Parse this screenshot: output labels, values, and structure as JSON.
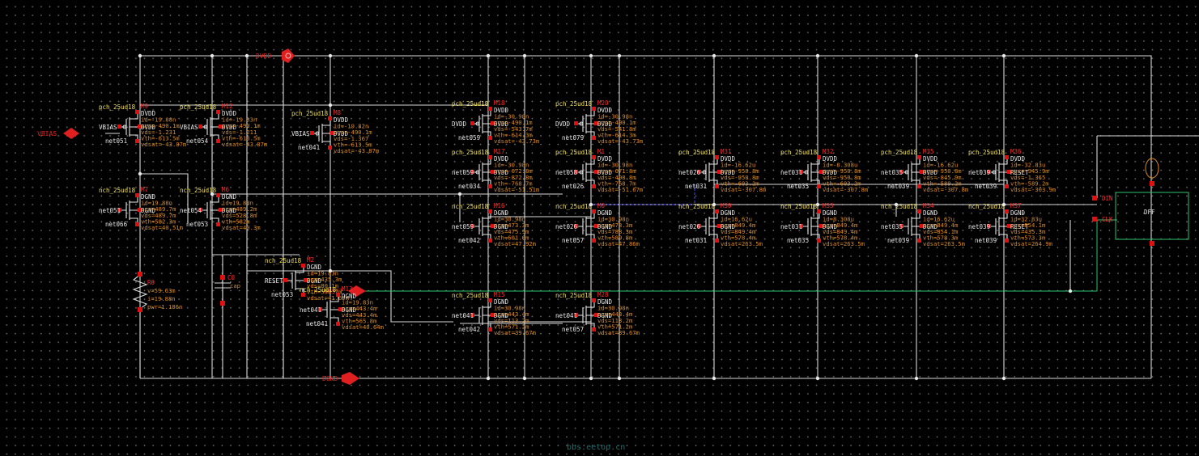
{
  "pins": {
    "dvdd": "DVDD",
    "dgnd": "DGND",
    "vbias": "VBIAS",
    "reset": "RESET",
    "dffp_d": "DIN",
    "dffp_c": "CLK"
  },
  "dff": {
    "label": "DFF"
  },
  "watermark": "bbs.eetop.cn",
  "resistor": {
    "name": "R0",
    "params": [
      "v=59.63m",
      "i=19.88n",
      "pwr=1.186n"
    ]
  },
  "capacitor": {
    "name": "C0",
    "cell": "cap"
  },
  "transistors": [
    {
      "id": "M9",
      "cell": "pch_25ud18",
      "g": "VBIAS",
      "s": "DVDD",
      "b": "DVDD",
      "d": "net051",
      "params": [
        "id=-19.88n",
        "vgs=-490.1m",
        "vds=-1.231",
        "vth=-613.5m",
        "vdsat=-43.87m"
      ]
    },
    {
      "id": "M12",
      "cell": "pch_25ud18",
      "g": "VBIAS",
      "s": "DVDD",
      "b": "DVDD",
      "d": "net054",
      "params": [
        "id=-19.83n",
        "vgs=-490.1m",
        "vds=-1.211",
        "vth=-613.5m",
        "vdsat=-43.87m"
      ]
    },
    {
      "id": "M8",
      "cell": "pch_25ud18",
      "g": "VBIAS",
      "s": "DVDD",
      "b": "DVDD",
      "d": "net041",
      "params": [
        "id=-19.82n",
        "vgs=-490.1m",
        "vds=-1.367",
        "vth=-613.5m",
        "vdsat=-43.87m"
      ]
    },
    {
      "id": "M7",
      "cell": "nch_25ud18",
      "g": "net051",
      "s": "DGND",
      "b": "DGND",
      "d": "net066",
      "params": [
        "id=19.88n",
        "vgs=489.7m",
        "vds=489.7m",
        "vth=582.3m",
        "vdsat=40.51m"
      ]
    },
    {
      "id": "M6",
      "cell": "nch_25ud18",
      "g": "net054",
      "s": "DGND",
      "b": "DGND",
      "d": "net053",
      "params": [
        "id=19.83n",
        "vgs=489.2m",
        "vds=528.8m",
        "vth=582m",
        "vdsat=40.3m"
      ]
    },
    {
      "id": "M2",
      "cell": "nch_25ud18",
      "g": "RESET",
      "s": "DGND",
      "b": "DGND",
      "d": "net053",
      "params": [
        "id=19.83n",
        "vgs=435.3m",
        "vds=80.1m",
        "vth=596.7m",
        "vdsat=41.69m"
      ]
    },
    {
      "id": "M13",
      "cell": "nch_25ud18",
      "g": "net041",
      "s": "DGND",
      "b": "DGND",
      "d": "net041",
      "params": [
        "id=19.83n",
        "vgs=443.4m",
        "vds=443.4m",
        "vth=565.8m",
        "vdsat=40.64m"
      ]
    },
    {
      "id": "M18",
      "cell": "pch_25ud18",
      "g": "DVDD",
      "s": "DVDD",
      "b": "DVDD",
      "d": "net059",
      "params": [
        "id=-30.98n",
        "vgs=-490.1m",
        "vds=-543.7m",
        "vth=-614.3m",
        "vdsat=-43.73m"
      ]
    },
    {
      "id": "M17",
      "cell": "pch_25ud18",
      "g": "net059",
      "s": "DVDD",
      "b": "DVDD",
      "d": "net034",
      "params": [
        "id=-30.98n",
        "vgs=-672.8m",
        "vds=-872.8m",
        "vth=-768.7m",
        "vdsat=-51.51m"
      ]
    },
    {
      "id": "M16",
      "cell": "nch_25ud18",
      "g": "net059",
      "s": "DGND",
      "b": "DGND",
      "d": "net042",
      "params": [
        "id=30.98n",
        "vgs=473.3m",
        "vds=475.9m",
        "vth=601.6m",
        "vdsat=47.92m"
      ]
    },
    {
      "id": "M15",
      "cell": "nch_25ud18",
      "g": "net041",
      "s": "DGND",
      "b": "DGND",
      "d": "net042",
      "params": [
        "id=30.98n",
        "vgs=443.4m",
        "vds=113.2m",
        "vth=571.2m",
        "vdsat=39.67m"
      ]
    },
    {
      "id": "M20",
      "cell": "pch_25ud18",
      "g": "DVDD",
      "s": "DVDD",
      "b": "DVDD",
      "d": "net079",
      "params": [
        "id=-30.98n",
        "vgs=-490.1m",
        "vds=-541.8m",
        "vth=-614.3m",
        "vdsat=-43.73m"
      ]
    },
    {
      "id": "M1",
      "cell": "pch_25ud18",
      "g": "net058",
      "s": "DVDD",
      "b": "DVDD",
      "d": "net026",
      "params": [
        "id=-30.98n",
        "vgs=-671.8m",
        "vds=-408.8m",
        "vth=-768.7m",
        "vdsat=-51.67m"
      ]
    },
    {
      "id": "M0",
      "cell": "nch_25ud18",
      "g": "net026",
      "s": "DGND",
      "b": "DGND",
      "d": "net057",
      "params": [
        "id=30.98n",
        "vgs=473.3m",
        "vds=788.3m",
        "vth=589.8m",
        "vdsat=47.86m"
      ]
    },
    {
      "id": "M28",
      "cell": "nch_25ud18",
      "g": "net041",
      "s": "DGND",
      "b": "DGND",
      "d": "net057",
      "params": [
        "id=30.98n",
        "vgs=443.4m",
        "vds=113.2m",
        "vth=571.2m",
        "vdsat=39.67m"
      ]
    },
    {
      "id": "M31",
      "cell": "pch_25ud18",
      "g": "net026",
      "s": "DVDD",
      "b": "DVDD",
      "d": "net031",
      "params": [
        "id=-16.62u",
        "vgs=-950.8m",
        "vds=-950.8m",
        "vth=-603.2m",
        "vdsat=-307.8m"
      ]
    },
    {
      "id": "M30",
      "cell": "nch_25ud18",
      "g": "net026",
      "s": "DGND",
      "b": "DGND",
      "d": "net031",
      "params": [
        "id=16.62u",
        "vgs=849.4m",
        "vds=849.4m",
        "vth=578.4m",
        "vdsat=263.5m"
      ]
    },
    {
      "id": "M32",
      "cell": "pch_25ud18",
      "g": "net031",
      "s": "DVDD",
      "b": "DVDD",
      "d": "net035",
      "params": [
        "id=-8.308u",
        "vgs=-950.8m",
        "vds=-950.8m",
        "vth=-603.2m",
        "vdsat=-307.8m"
      ]
    },
    {
      "id": "M33",
      "cell": "nch_25ud18",
      "g": "net031",
      "s": "DGND",
      "b": "DGND",
      "d": "net035",
      "params": [
        "id=8.308u",
        "vgs=849.4m",
        "vds=849.4m",
        "vth=578.4m",
        "vdsat=263.5m"
      ]
    },
    {
      "id": "M35",
      "cell": "pch_25ud18",
      "g": "net035",
      "s": "DVDD",
      "b": "DVDD",
      "d": "net039",
      "params": [
        "id=-16.62u",
        "vgs=-950.8m",
        "vds=-845.9m",
        "vth=-589.2m",
        "vdsat=-307.8m"
      ]
    },
    {
      "id": "M34",
      "cell": "nch_25ud18",
      "g": "net035",
      "s": "DGND",
      "b": "DGND",
      "d": "net039",
      "params": [
        "id=16.62u",
        "vgs=849.4m",
        "vds=854.1m",
        "vth=578.3m",
        "vdsat=263.5m"
      ]
    },
    {
      "id": "M36",
      "cell": "pch_25ud18",
      "g": "net039",
      "s": "DVDD",
      "b": "RESET",
      "d": "net039",
      "params": [
        "id=-32.83u",
        "vgs=-945.9m",
        "vds=-1.365",
        "vth=-589.2m",
        "vdsat=-303.9m"
      ]
    },
    {
      "id": "M37",
      "cell": "nch_25ud18",
      "g": "net039",
      "s": "DGND",
      "b": "RESET",
      "d": "net039",
      "params": [
        "id=32.83u",
        "vgs=854.1m",
        "vds=435.3m",
        "vth=573.3m",
        "vdsat=264.9m"
      ]
    }
  ]
}
